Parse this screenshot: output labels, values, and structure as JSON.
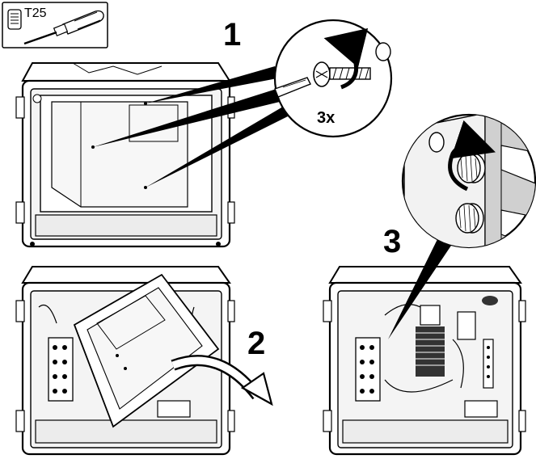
{
  "tool_box": {
    "label": "T25"
  },
  "steps": [
    {
      "number": "1",
      "qty_label": "3x"
    },
    {
      "number": "2"
    },
    {
      "number": "3"
    }
  ],
  "colors": {
    "line": "#000000",
    "light_fill": "#f2f2f2",
    "mid_fill": "#d9d9d9",
    "dark_fill": "#333333"
  },
  "icons": [
    "torx-screwdriver-icon",
    "rotate-arrow-icon",
    "screw-icon",
    "knob-icon",
    "turn-arrow-icon"
  ]
}
